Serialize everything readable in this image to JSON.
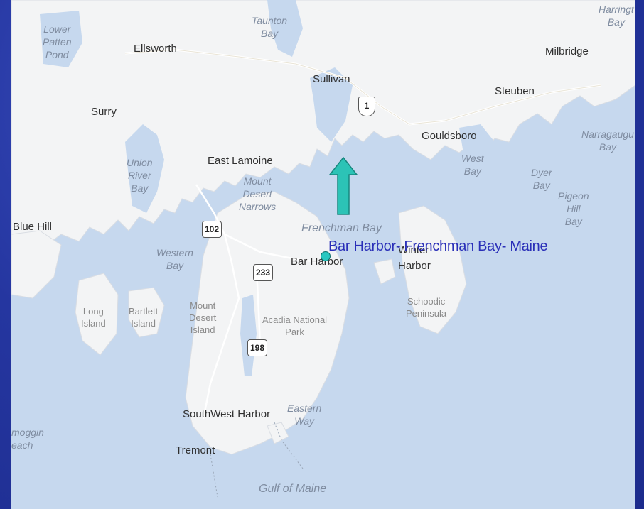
{
  "map": {
    "annotation": "Bar Harbor- Frenchman Bay- Maine",
    "colors": {
      "water": "#c6d8ee",
      "land": "#f3f4f5",
      "frame": "#2b3aa6",
      "arrow": "#2cc3b6",
      "label": "#2a2fb8"
    },
    "towns": {
      "ellsworth": "Ellsworth",
      "sullivan": "Sullivan",
      "milbridge": "Milbridge",
      "steuben": "Steuben",
      "surry": "Surry",
      "gouldsboro": "Gouldsboro",
      "east_lamoine": "East Lamoine",
      "blue_hill": "Blue Hill",
      "bar_harbor": "Bar Harbor",
      "winter_harbor": "Winter\nHarbor",
      "southwest_harbor": "SouthWest Harbor",
      "tremont": "Tremont"
    },
    "water_labels": {
      "lower_patten_pond": "Lower\nPatten\nPond",
      "taunton_bay": "Taunton\nBay",
      "harrington_bay": "Harringt\nBay",
      "narraguagus_bay": "Narragaugu\nBay",
      "union_river_bay": "Union\nRiver\nBay",
      "west_bay": "West\nBay",
      "dyer_bay": "Dyer\nBay",
      "pigeon_hill_bay": "Pigeon\nHill\nBay",
      "mount_desert_narrows": "Mount\nDesert\nNarrows",
      "frenchman_bay": "Frenchman Bay",
      "western_bay": "Western\nBay",
      "eastern_way": "Eastern\nWay",
      "gulf_of_maine": "Gulf of Maine",
      "seawall_beach": "moggin\neach"
    },
    "land_labels": {
      "long_island": "Long\nIsland",
      "bartlett_island": "Bartlett\nIsland",
      "mount_desert_island": "Mount\nDesert\nIsland",
      "acadia": "Acadia National\nPark",
      "schoodic": "Schoodic\nPeninsula"
    },
    "routes": {
      "us1": "1",
      "r102": "102",
      "r233": "233",
      "r198": "198"
    },
    "icons": {
      "north_arrow": "north-arrow-icon",
      "marker": "location-marker-icon"
    }
  }
}
